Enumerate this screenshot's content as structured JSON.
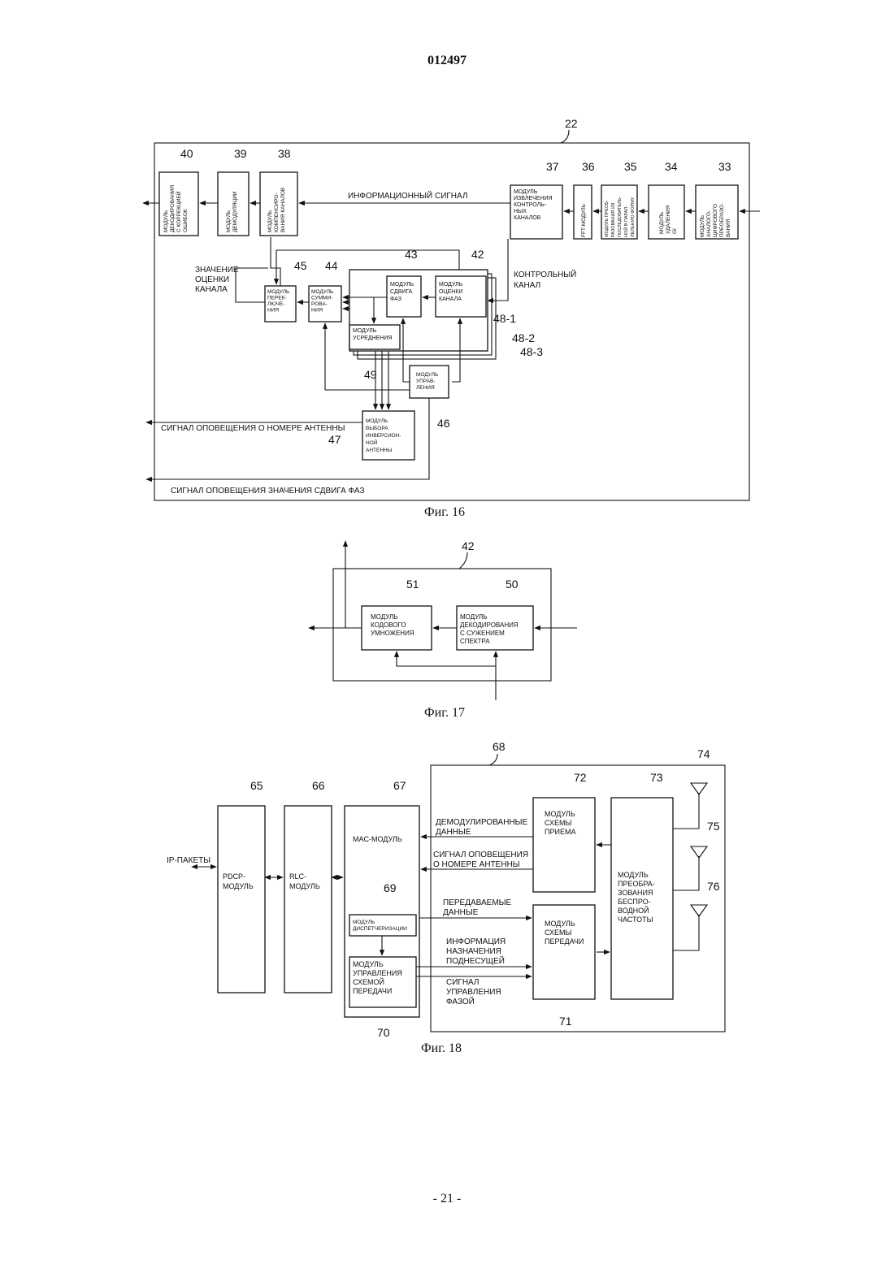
{
  "header": {
    "doc_number": "012497"
  },
  "footer": {
    "page_number": "- 21 -"
  },
  "fig16": {
    "caption": "Фиг. 16",
    "ref_outer": "22",
    "blocks": [
      {
        "ref": "40",
        "lines": [
          "МОДУЛЬ",
          "ДЕКОДИРОВАНИЯ",
          "С КОРРЕКЦИЕЙ",
          "ОШИБОК"
        ]
      },
      {
        "ref": "39",
        "lines": [
          "МОДУЛЬ",
          "ДЕМОДУЛЯЦИИ"
        ]
      },
      {
        "ref": "38",
        "lines": [
          "МОДУЛЬ",
          "КОМПЕНСИРО-",
          "ВАНИЯ КАНАЛОВ"
        ]
      },
      {
        "ref": "37",
        "lines": [
          "МОДУЛЬ",
          "ИЗВЛЕЧЕНИЯ",
          "КОНТРОЛЬ-",
          "НЫХ",
          "КАНАЛОВ"
        ]
      },
      {
        "ref": "36",
        "lines": [
          "FFT-МОДУЛЬ"
        ]
      },
      {
        "ref": "35",
        "lines": [
          "МОДУЛЬ ПРЕОБ-",
          "РАЗОВАНИЯ ИЗ",
          "ПОСЛЕДОВАТЕЛЬ-",
          "НОЙ В ПАРАЛ-",
          "ЛЕЛЬНУЮ ФОРМУ"
        ]
      },
      {
        "ref": "34",
        "lines": [
          "МОДУЛЬ",
          "УДАЛЕНИЯ",
          "GI"
        ]
      },
      {
        "ref": "33",
        "lines": [
          "МОДУЛЬ",
          "АНАЛОГО-",
          "ЦИФРОВОГО",
          "ПРЕОБРАЗО-",
          "ВАНИЯ"
        ]
      },
      {
        "ref": "45",
        "lines": [
          "МОДУЛЬ",
          "ПЕРЕК-",
          "ЛЮЧЕ-",
          "НИЯ"
        ]
      },
      {
        "ref": "44",
        "lines": [
          "МОДУЛЬ",
          "СУММИ-",
          "РОВА-",
          "НИЯ"
        ]
      },
      {
        "ref": "43",
        "lines": [
          "МОДУЛЬ",
          "СДВИГА",
          "ФАЗ"
        ]
      },
      {
        "ref": "42",
        "lines": [
          "МОДУЛЬ",
          "ОЦЕНКИ",
          "КАНАЛА"
        ]
      },
      {
        "ref": "49",
        "lines": [
          "МОДУЛЬ",
          "УСРЕДНЕНИЯ"
        ]
      },
      {
        "ref": "46",
        "lines": [
          "МОДУЛЬ",
          "УПРАВ-",
          "ЛЕНИЯ"
        ]
      },
      {
        "ref": "47",
        "lines": [
          "МОДУЛЬ",
          "ВЫБОРА",
          "ИНВЕРСИОН-",
          "НОЙ",
          "АНТЕННЫ"
        ]
      }
    ],
    "stack_refs": [
      "48-1",
      "48-2",
      "48-3"
    ],
    "signals": {
      "info": "ИНФОРМАЦИОННЫЙ СИГНАЛ",
      "control_channel": [
        "КОНТРОЛЬНЫЙ",
        "КАНАЛ"
      ],
      "channel_estimate": [
        "ЗНАЧЕНИЕ",
        "ОЦЕНКИ",
        "КАНАЛА"
      ],
      "antenna_notify": "СИГНАЛ ОПОВЕЩЕНИЯ О НОМЕРЕ АНТЕННЫ",
      "phase_notify": "СИГНАЛ ОПОВЕЩЕНИЯ ЗНАЧЕНИЯ СДВИГА ФАЗ"
    }
  },
  "fig17": {
    "caption": "Фиг. 17",
    "ref_outer": "42",
    "blocks": [
      {
        "ref": "51",
        "lines": [
          "МОДУЛЬ",
          "КОДОВОГО",
          "УМНОЖЕНИЯ"
        ]
      },
      {
        "ref": "50",
        "lines": [
          "МОДУЛЬ",
          "ДЕКОДИРОВАНИЯ",
          "С СУЖЕНИЕМ",
          "СПЕКТРА"
        ]
      }
    ]
  },
  "fig18": {
    "caption": "Фиг. 18",
    "ref_outer": "68",
    "ip_packets": "IP-ПАКЕТЫ",
    "blocks": [
      {
        "ref": "65",
        "lines": [
          "PDCP-",
          "МОДУЛЬ"
        ]
      },
      {
        "ref": "66",
        "lines": [
          "RLC-",
          "МОДУЛЬ"
        ]
      },
      {
        "ref": "67",
        "lines": [
          "MAC-МОДУЛЬ"
        ]
      },
      {
        "ref": "69",
        "lines": [
          "МОДУЛЬ",
          "ДИСПЕТЧЕРИЗАЦИИ"
        ]
      },
      {
        "ref": "70",
        "lines": [
          "МОДУЛЬ",
          "УПРАВЛЕНИЯ",
          "СХЕМОЙ",
          "ПЕРЕДАЧИ"
        ]
      },
      {
        "ref": "72",
        "lines": [
          "МОДУЛЬ",
          "СХЕМЫ",
          "ПРИЕМА"
        ]
      },
      {
        "ref": "71",
        "lines": [
          "МОДУЛЬ",
          "СХЕМЫ",
          "ПЕРЕДАЧИ"
        ]
      },
      {
        "ref": "73",
        "lines": [
          "МОДУЛЬ",
          "ПРЕОБРА-",
          "ЗОВАНИЯ",
          "БЕСПРО-",
          "ВОДНОЙ",
          "ЧАСТОТЫ"
        ]
      }
    ],
    "antenna_refs": [
      "74",
      "75",
      "76"
    ],
    "signals": {
      "demod": [
        "ДЕМОДУЛИРОВАННЫЕ",
        "ДАННЫЕ"
      ],
      "antenna_notify": [
        "СИГНАЛ ОПОВЕЩЕНИЯ",
        "О НОМЕРЕ АНТЕННЫ"
      ],
      "tx_data": [
        "ПЕРЕДАВАЕМЫЕ",
        "ДАННЫЕ"
      ],
      "subcarrier": [
        "ИНФОРМАЦИЯ",
        "НАЗНАЧЕНИЯ",
        "ПОДНЕСУЩЕЙ"
      ],
      "phase_ctrl": [
        "СИГНАЛ",
        "УПРАВЛЕНИЯ",
        "ФАЗОЙ"
      ]
    }
  }
}
